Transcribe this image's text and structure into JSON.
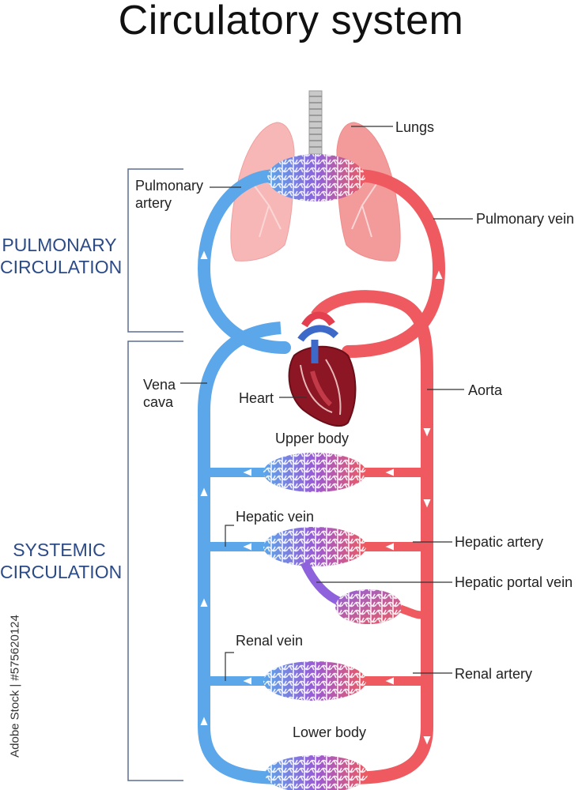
{
  "title": "Circulatory system",
  "sections": {
    "pulmonary": [
      "PULMONARY",
      "CIRCULATION"
    ],
    "systemic": [
      "SYSTEMIC",
      "CIRCULATION"
    ]
  },
  "labels": {
    "lungs": "Lungs",
    "pulmonary_artery": [
      "Pulmonary",
      "artery"
    ],
    "pulmonary_vein": "Pulmonary vein",
    "vena_cava": [
      "Vena",
      "cava"
    ],
    "heart": "Heart",
    "aorta": "Aorta",
    "upper_body": "Upper body",
    "hepatic_vein": "Hepatic vein",
    "hepatic_artery": "Hepatic artery",
    "hepatic_portal_vein": "Hepatic portal vein",
    "renal_vein": "Renal vein",
    "renal_artery": "Renal artery",
    "lower_body": "Lower body"
  },
  "watermark": "Adobe Stock | #575620124",
  "colors": {
    "oxygenated": "#ef5a60",
    "deoxygenated": "#5ba7ea",
    "mixed": "#9a5ad6",
    "lung_tissue": "#f7b7b7",
    "bracket": "#5b6e96"
  }
}
